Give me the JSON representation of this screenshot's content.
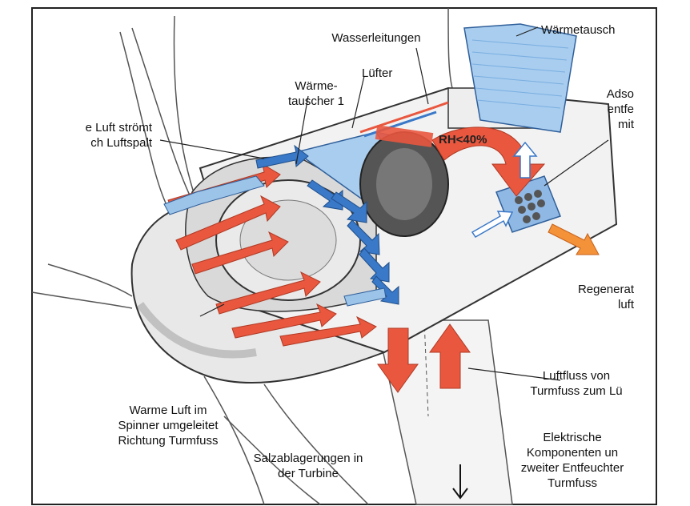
{
  "labels": {
    "waermetauscher_top": "Wärmetausch",
    "wasserleitungen": "Wasserleitungen",
    "luefter": "Lüfter",
    "waermetauscher1": "Wärme-\ntauscher 1",
    "luft_stroemt": "e Luft strömt\nch Luftspalt",
    "rh": "RH<40%",
    "adsorber": "Adso\nentfe\nmit",
    "regeneration": "Regenerat\nluft",
    "luftfluss": "Luftfluss von\nTurmfuss zum Lü",
    "warme_luft": "Warme Luft im\nSpinner umgeleitet\nRichtung Turmfuss",
    "salz": "Salzablagerungen in\nder Turbine",
    "elektrisch": "Elektrische\nKomponenten un\nzweiter Entfeuchter\nTurmfuss"
  },
  "colors": {
    "warm_arrow": "#e9573f",
    "cool_arrow": "#3a78c8",
    "light_blue": "#9cc3e8",
    "outline": "#333333",
    "shadow": "#8a8a8a",
    "accent": "#f4923a"
  }
}
